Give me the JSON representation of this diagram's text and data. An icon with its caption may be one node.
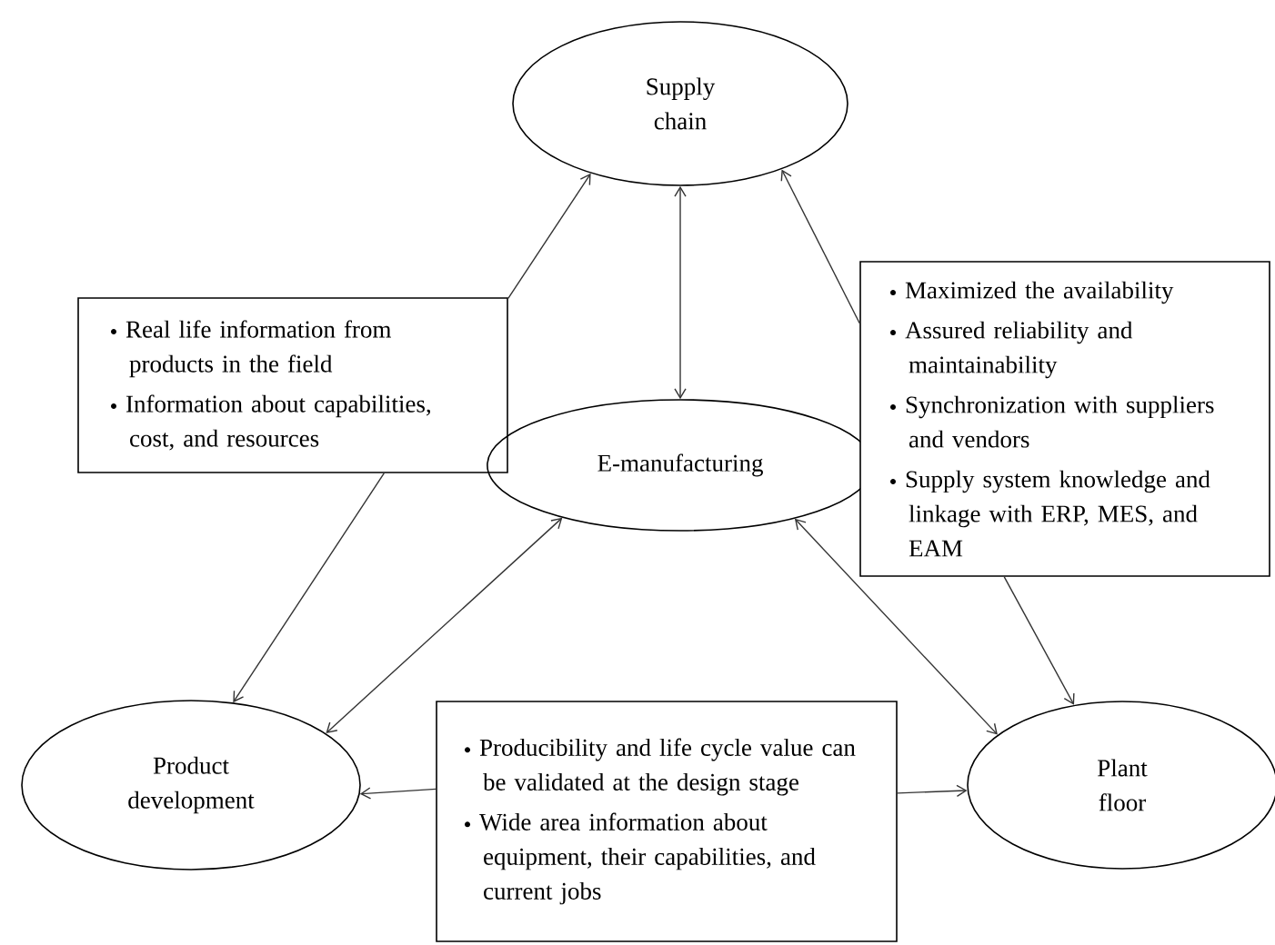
{
  "diagram": {
    "nodes": [
      {
        "text": [
          "Supply chain"
        ]
      },
      {
        "text": [
          "Real life information from products in the field",
          "Information about capabilities, cost, and resources"
        ]
      },
      {
        "text": [
          "E-manufacturing"
        ]
      },
      {
        "text": [
          "Maximized the availability",
          "Assured reliability and maintainability",
          "Synchronization with suppliers and vendors",
          "Supply system knowledge and linkage with ERP, MES, and EAM"
        ]
      },
      {
        "text": [
          "Product development"
        ]
      },
      {
        "text": [
          "Producibility and life cycle value can be validated at the design stage",
          "Wide area information about equipment, their capabilities, and current jobs"
        ]
      },
      {
        "text": [
          "Plant floor"
        ]
      }
    ],
    "edges": [
      {
        "from": 1,
        "to": 0,
        "arrow": "to"
      },
      {
        "from": 1,
        "to": 4,
        "arrow": "to"
      },
      {
        "from": 0,
        "to": 2,
        "arrow": "both"
      },
      {
        "from": 3,
        "to": 0,
        "arrow": "to"
      },
      {
        "from": 3,
        "to": 6,
        "arrow": "to"
      },
      {
        "from": 2,
        "to": 4,
        "arrow": "both"
      },
      {
        "from": 2,
        "to": 6,
        "arrow": "both"
      },
      {
        "from": 5,
        "to": 4,
        "arrow": "to"
      },
      {
        "from": 5,
        "to": 6,
        "arrow": "to"
      }
    ]
  }
}
